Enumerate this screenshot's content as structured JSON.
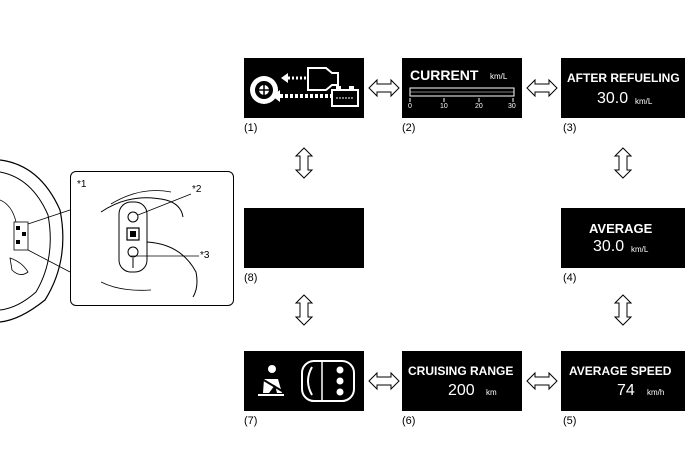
{
  "panels": {
    "p1": {
      "caption": "(1)"
    },
    "p2": {
      "caption": "(2)",
      "title": "CURRENT",
      "unit": "km/L",
      "scale": [
        "0",
        "10",
        "20",
        "30"
      ]
    },
    "p3": {
      "caption": "(3)",
      "title": "AFTER REFUELING",
      "value": "30.0",
      "unit": "km/L"
    },
    "p4": {
      "caption": "(4)",
      "title": "AVERAGE",
      "value": "30.0",
      "unit": "km/L"
    },
    "p5": {
      "caption": "(5)",
      "title": "AVERAGE SPEED",
      "value": "74",
      "unit": "km/h"
    },
    "p6": {
      "caption": "(6)",
      "title": "CRUISING RANGE",
      "value": "200",
      "unit": "km"
    },
    "p7": {
      "caption": "(7)"
    },
    "p8": {
      "caption": "(8)"
    }
  },
  "callouts": {
    "c1": "*1",
    "c2": "*2",
    "c3": "*3"
  }
}
